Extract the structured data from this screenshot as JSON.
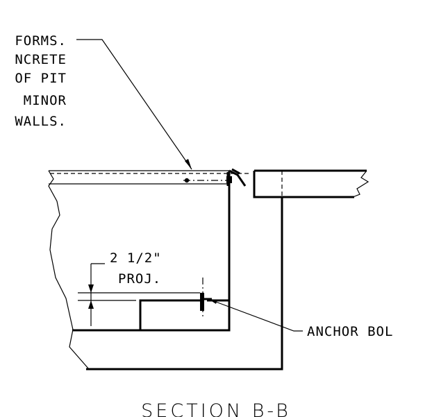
{
  "notes": {
    "top_left": [
      "FORMS.",
      "NCRETE",
      "OF PIT",
      "MINOR",
      "WALLS."
    ],
    "projection": [
      "2 1/2\"",
      "PROJ."
    ],
    "anchor_bolt": "ANCHOR BOL",
    "section_title": "SECTION B-B"
  }
}
